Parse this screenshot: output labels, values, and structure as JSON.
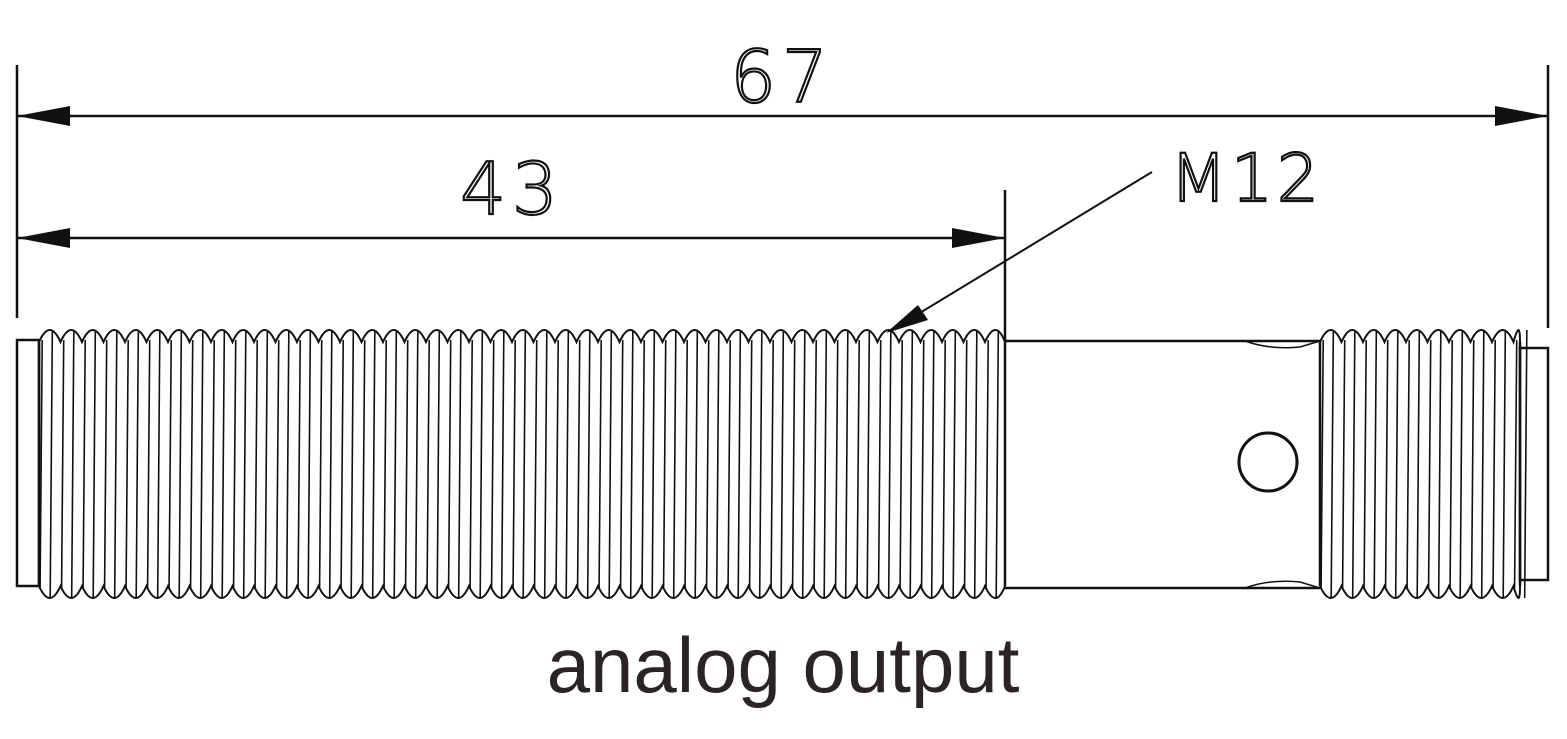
{
  "dimensions": {
    "overall_length": "67",
    "thread_length": "43",
    "thread_spec": "M12"
  },
  "caption": "analog output",
  "colors": {
    "line": "#111111",
    "caption": "#2a2424",
    "background": "#ffffff"
  }
}
